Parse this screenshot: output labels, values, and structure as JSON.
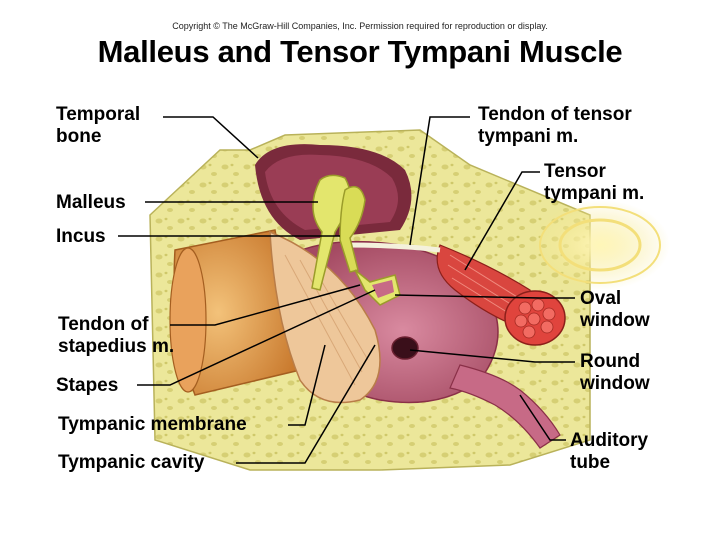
{
  "header": {
    "copyright": "Copyright © The McGraw-Hill Companies, Inc. Permission required for reproduction or display.",
    "title": "Malleus and Tensor Tympani Muscle"
  },
  "labels": {
    "temporal_bone": [
      "Temporal",
      "bone"
    ],
    "malleus": "Malleus",
    "incus": "Incus",
    "tendon_of_stapedius": [
      "Tendon of",
      "stapedius m."
    ],
    "stapes": "Stapes",
    "tympanic_membrane": "Tympanic membrane",
    "tympanic_cavity": "Tympanic cavity",
    "tendon_of_tensor_tympani": [
      "Tendon of tensor",
      "tympani m."
    ],
    "tensor_tympani": [
      "Tensor",
      "tympani m."
    ],
    "oval_window": [
      "Oval",
      "window"
    ],
    "round_window": [
      "Round",
      "window"
    ],
    "auditory_tube": [
      "Auditory",
      "tube"
    ]
  },
  "colors": {
    "bone": "#ece79a",
    "bone_pore": "#d9d27a",
    "cavity_wall": "#c76a86",
    "cavity_dark": "#7a2a3c",
    "ossicle": "#e3e66d",
    "muscle": "#d9463f",
    "ear_canal": "#e8a055",
    "membrane": "#eec79a",
    "leader_line": "#000000"
  }
}
